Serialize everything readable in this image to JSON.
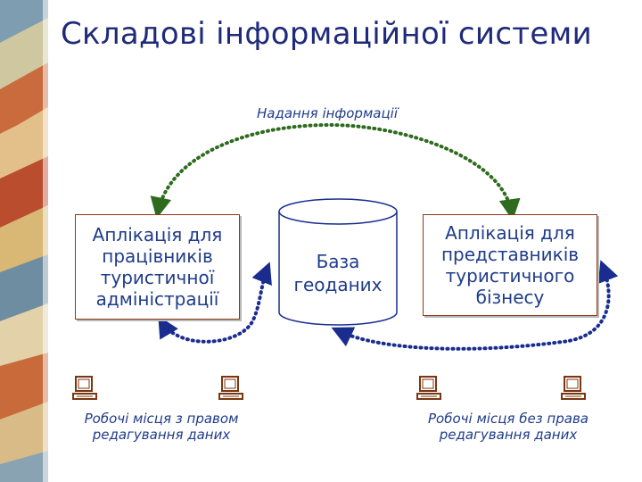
{
  "slide": {
    "title": "Складові інформаційної системи",
    "provision_label": "Надання інформації",
    "admin_app_label": "Аплікація для працівників туристичної адміністрації",
    "database_label": "База геоданих",
    "business_app_label": "Аплікація для представників туристичного бізнесу",
    "edit_workstations_label": "Робочі місця з правом редагування даних",
    "readonly_workstations_label": "Робочі місця без права редагування даних"
  },
  "colors": {
    "title": "#1f2a7a",
    "text": "#1f3c8a",
    "box_border": "#8a3a14",
    "top_arrow": "#2e6b1f",
    "bottom_arrows": "#1a2d8f",
    "pc_icon": "#7a3610"
  },
  "icons": [
    "computer-icon",
    "computer-icon",
    "computer-icon",
    "computer-icon"
  ]
}
